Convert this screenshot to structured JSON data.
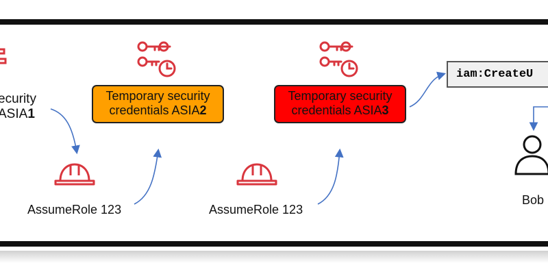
{
  "left_partial": {
    "line1": "ecurity",
    "line2_prefix": "ASIA",
    "line2_bold": "1"
  },
  "credentials": [
    {
      "line1": "Temporary security",
      "line2_prefix": "credentials ASIA",
      "line2_bold": "2",
      "fill": "#FF9F00"
    },
    {
      "line1": "Temporary security",
      "line2_prefix": "credentials ASIA",
      "line2_bold": "3",
      "fill": "#FF0000"
    }
  ],
  "assume_roles": [
    {
      "label": "AssumeRole 123"
    },
    {
      "label": "AssumeRole 123"
    }
  ],
  "command": {
    "text": "iam:CreateU"
  },
  "user": {
    "label": "Bob"
  },
  "colors": {
    "icon_red": "#D9363E",
    "arrow_blue": "#4472C4",
    "frame": "#111111"
  },
  "icons": [
    "keys-clock-icon",
    "hard-hat-icon",
    "user-icon"
  ]
}
